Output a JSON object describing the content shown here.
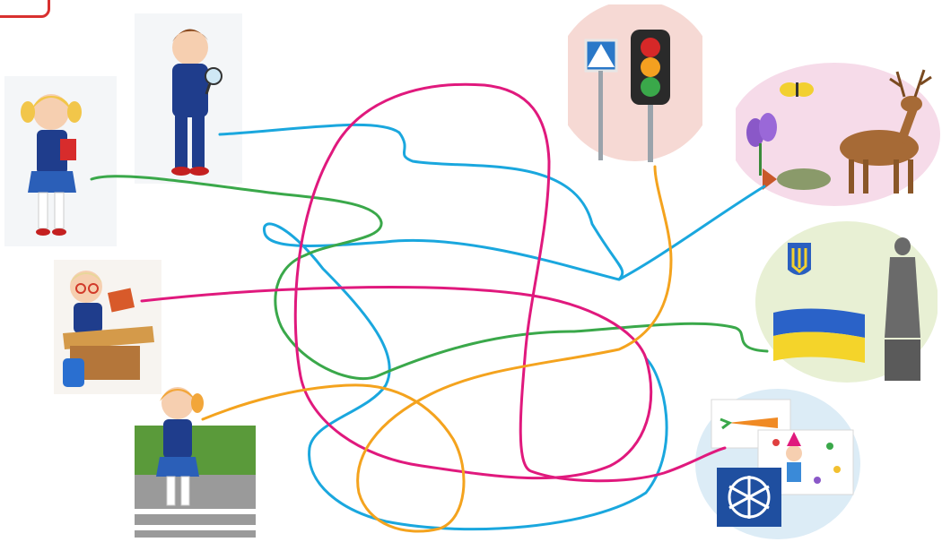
{
  "colors": {
    "pink_line": "#e0197d",
    "blue_line": "#1aa7de",
    "green_line": "#3aa84a",
    "orange_line": "#f4a31e",
    "corner_mark": "#d8302f"
  },
  "children": [
    {
      "name": "boy-with-magnifier"
    },
    {
      "name": "girl-with-book"
    },
    {
      "name": "boy-at-desk"
    },
    {
      "name": "girl-at-crosswalk"
    }
  ],
  "topics": [
    {
      "name": "traffic-rules",
      "icons": [
        "pedestrian-crossing-sign-icon",
        "traffic-light-icon"
      ]
    },
    {
      "name": "nature",
      "icons": [
        "deer-icon",
        "butterfly-icon",
        "crocus-flower-icon",
        "fish-icon"
      ]
    },
    {
      "name": "homeland-symbols",
      "icons": [
        "trident-coat-of-arms-icon",
        "ukrainian-flag-icon",
        "monument-icon"
      ]
    },
    {
      "name": "art-cards",
      "icons": [
        "carrot-card-icon",
        "clown-card-icon",
        "snowflake-card-icon"
      ]
    }
  ]
}
